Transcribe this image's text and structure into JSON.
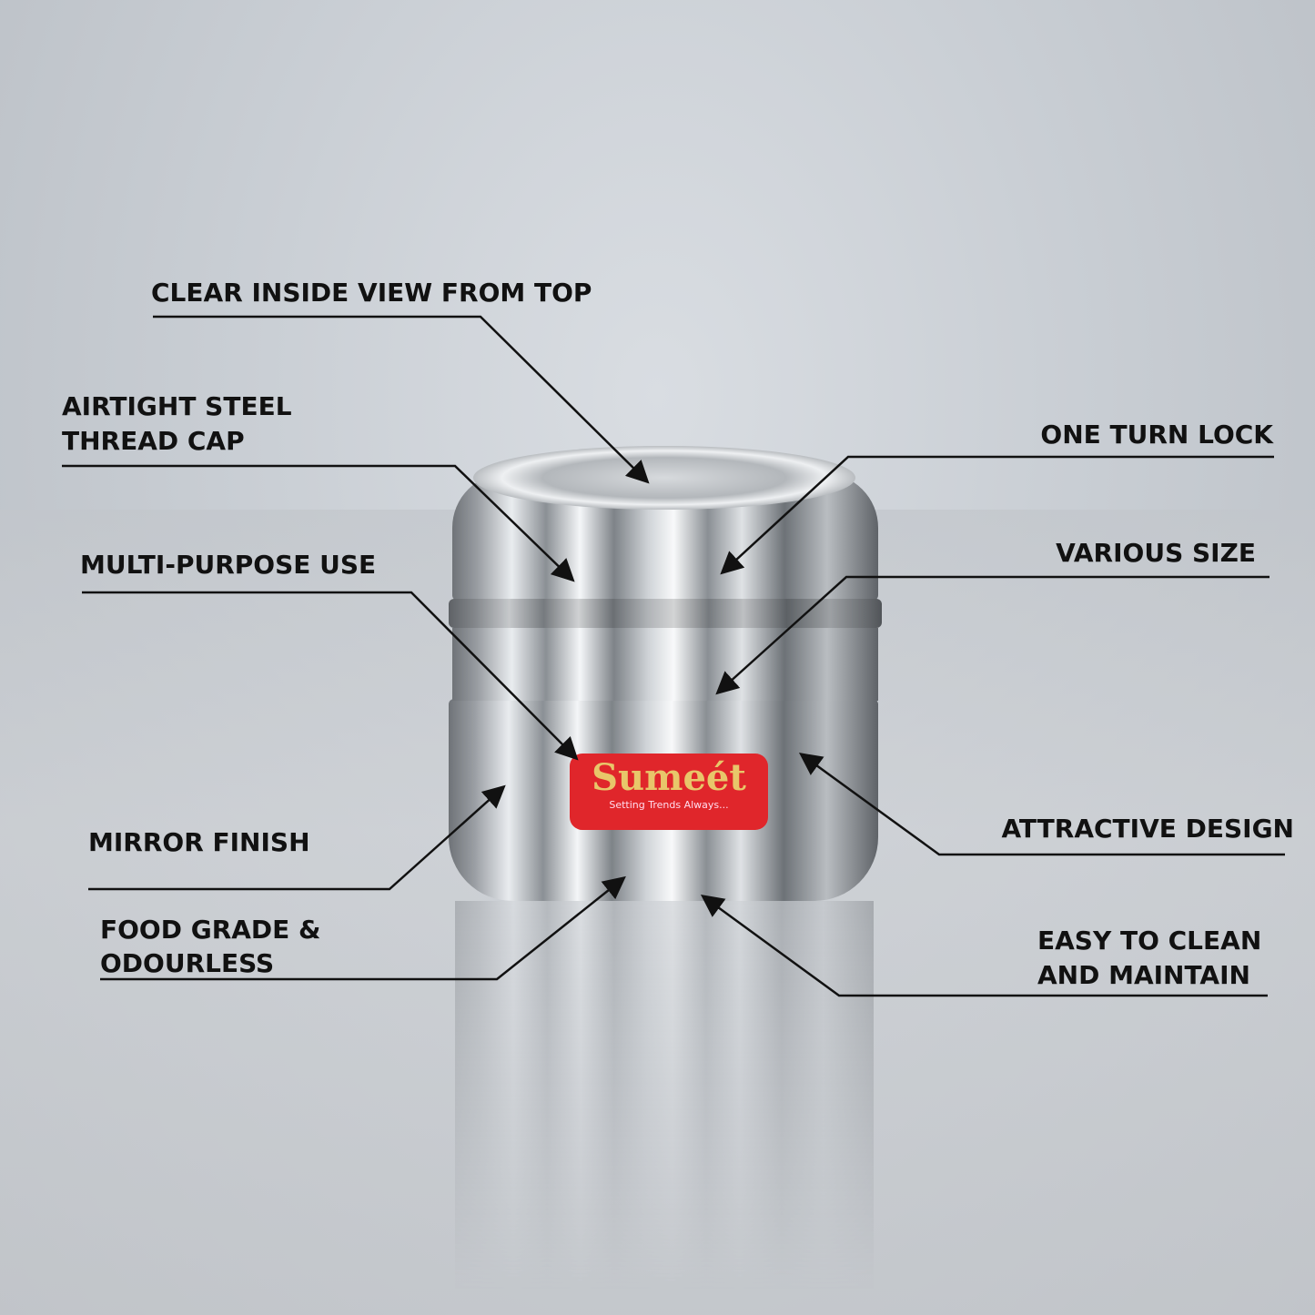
{
  "product": {
    "brand": "Sumeét",
    "tagline": "Setting Trends Always..."
  },
  "callouts": {
    "clear_view": "CLEAR INSIDE VIEW FROM TOP",
    "airtight_1": "AIRTIGHT STEEL",
    "airtight_2": "THREAD CAP",
    "multi": "MULTI-PURPOSE USE",
    "mirror": "MIRROR FINISH",
    "food_1": "FOOD GRADE &",
    "food_2": "ODOURLESS",
    "lock": "ONE TURN LOCK",
    "sizes": "VARIOUS SIZE",
    "design": "ATTRACTIVE DESIGN",
    "clean_1": "EASY TO CLEAN",
    "clean_2": "AND MAINTAIN"
  }
}
